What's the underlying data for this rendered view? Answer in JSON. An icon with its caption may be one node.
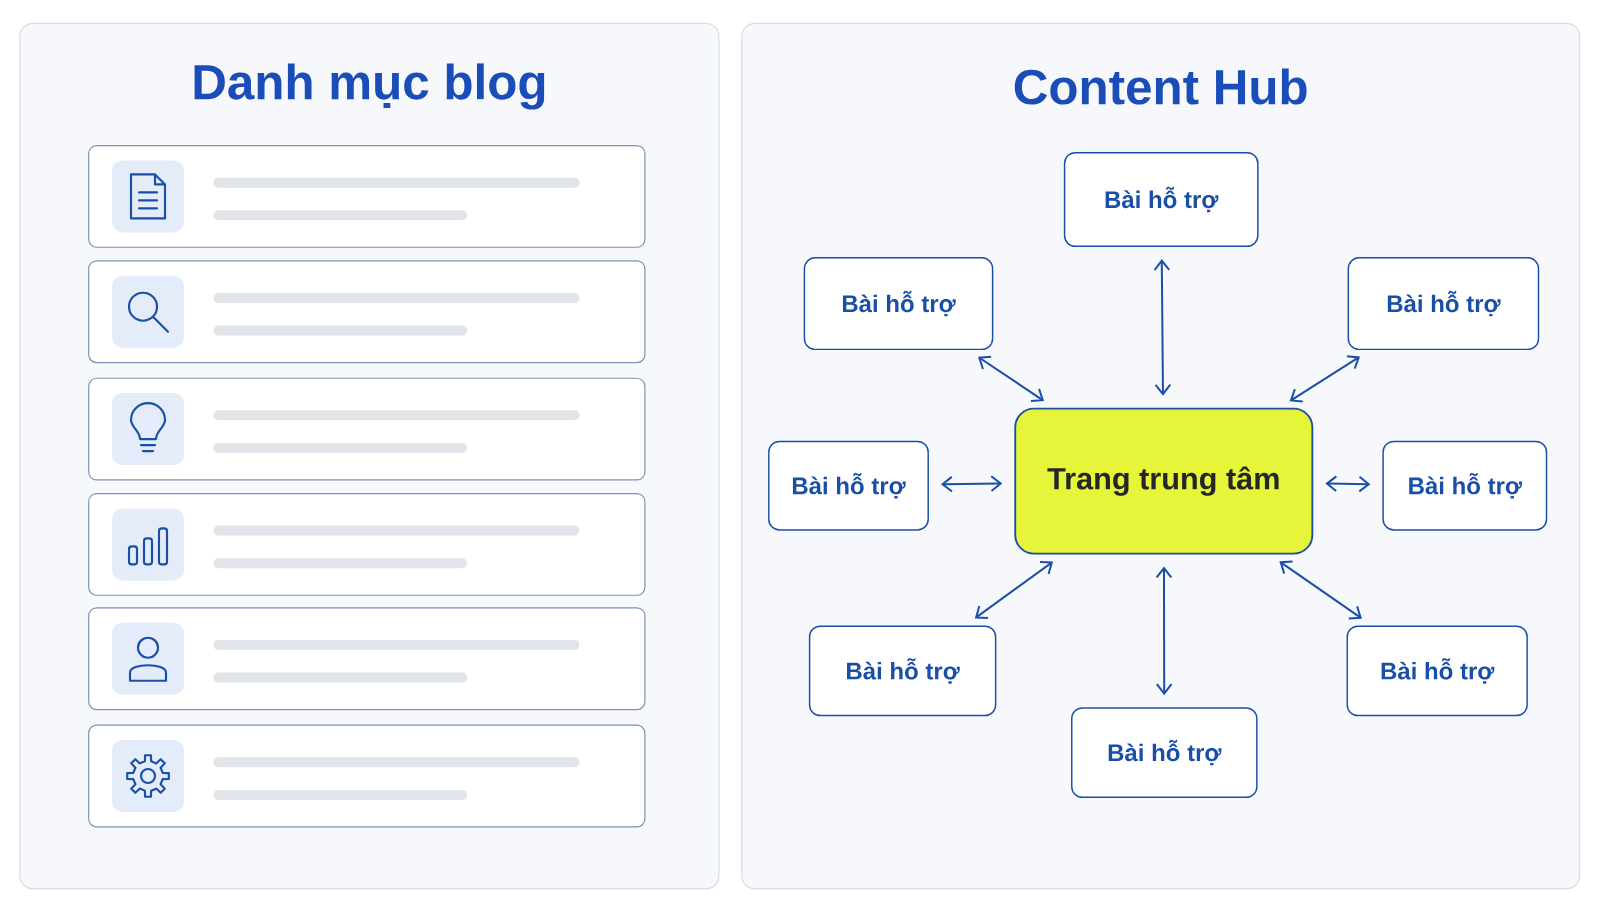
{
  "diagram": {
    "nodes": [
      {
        "text": [
          "Danh mục blog"
        ]
      },
      {
        "text": [],
        "shape": "box",
        "in": 0
      },
      {
        "text": [],
        "shape": "box",
        "in": 0
      },
      {
        "text": [],
        "shape": "box",
        "in": 0
      },
      {
        "text": [],
        "shape": "box",
        "in": 0
      },
      {
        "text": [],
        "shape": "box",
        "in": 0
      },
      {
        "text": [],
        "shape": "box",
        "in": 0
      },
      {
        "text": [
          "Content Hub"
        ]
      },
      {
        "text": [
          "Bài hỗ trợ"
        ],
        "in": 7
      },
      {
        "text": [
          "Bài hỗ trợ"
        ],
        "in": 7
      },
      {
        "text": [
          "Bài hỗ trợ"
        ],
        "in": 7
      },
      {
        "text": [
          "Bài hỗ trợ"
        ],
        "in": 7
      },
      {
        "text": [
          "Trang trung tâm"
        ],
        "in": 7
      },
      {
        "text": [
          "Bài hỗ trợ"
        ],
        "in": 7
      },
      {
        "text": [
          "Bài hỗ trợ"
        ],
        "in": 7
      },
      {
        "text": [
          "Bài hỗ trợ"
        ],
        "in": 7
      },
      {
        "text": [
          "Bài hỗ trợ"
        ],
        "in": 7
      }
    ],
    "edges": [
      {
        "from": 12,
        "to": 8,
        "arrow": "both"
      },
      {
        "from": 12,
        "to": 9,
        "arrow": "both"
      },
      {
        "from": 12,
        "to": 10,
        "arrow": "both"
      },
      {
        "from": 12,
        "to": 11,
        "arrow": "both"
      },
      {
        "from": 12,
        "to": 13,
        "arrow": "both"
      },
      {
        "from": 12,
        "to": 14,
        "arrow": "both"
      },
      {
        "from": 12,
        "to": 15,
        "arrow": "both"
      },
      {
        "from": 12,
        "to": 16,
        "arrow": "both"
      }
    ]
  }
}
